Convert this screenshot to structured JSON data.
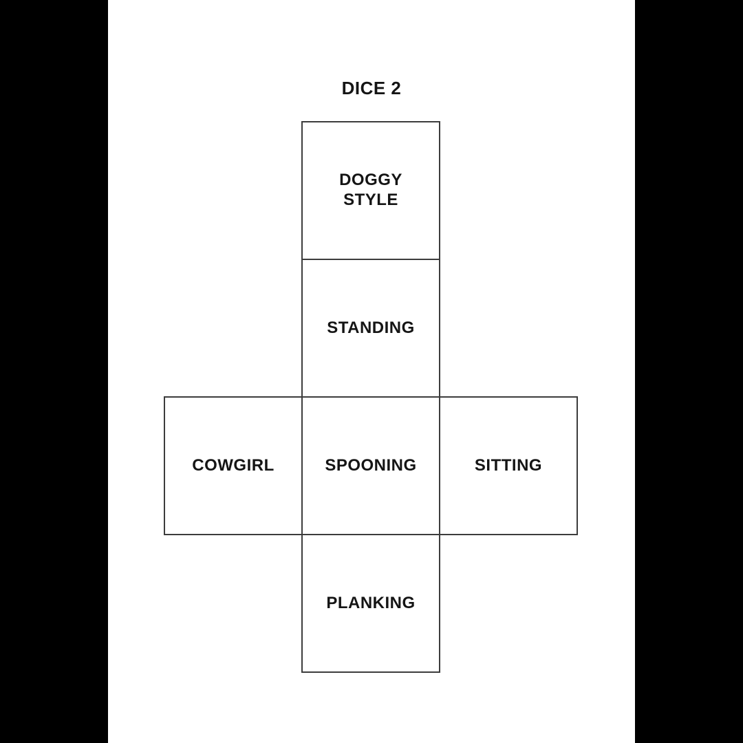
{
  "title": "DICE 2",
  "colors": {
    "background": "#ffffff",
    "side_bars": "#000000",
    "cell_border": "#3c3c3c",
    "text": "#151515"
  },
  "net": {
    "shape": "cube-net-cross",
    "cells": [
      {
        "face": 1,
        "label": "DOGGY STYLE"
      },
      {
        "face": 2,
        "label": "STANDING"
      },
      {
        "face": 3,
        "label": "COWGIRL"
      },
      {
        "face": 4,
        "label": "SPOONING"
      },
      {
        "face": 5,
        "label": "SITTING"
      },
      {
        "face": 6,
        "label": "PLANKING"
      }
    ]
  }
}
